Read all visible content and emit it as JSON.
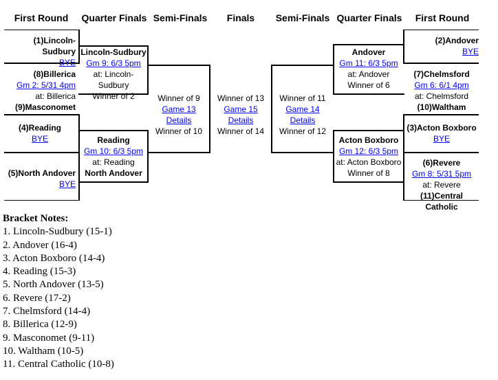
{
  "headers": {
    "left_first_round": "First Round",
    "left_quarter_finals": "Quarter Finals",
    "left_semi_finals": "Semi-Finals",
    "finals": "Finals",
    "right_semi_finals": "Semi-Finals",
    "right_quarter_finals": "Quarter Finals",
    "right_first_round": "First Round"
  },
  "left": {
    "r1_game1": {
      "team": "(1)Lincoln-Sudbury",
      "link": "BYE"
    },
    "r1_game2": {
      "team_a": "(8)Billerica",
      "link": "Gm 2: 5/31 4pm",
      "location": "at: Billerica",
      "team_b": "(9)Masconomet"
    },
    "r1_game3": {
      "team": "(4)Reading",
      "link": "BYE"
    },
    "r1_game4": {
      "team": "(5)North Andover",
      "link": "BYE"
    },
    "qf_top": {
      "team": "Lincoln-Sudbury",
      "link": "Gm 9: 6/3 5pm",
      "location": "at: Lincoln-Sudbury",
      "opponent": "Winner of 2"
    },
    "qf_bottom": {
      "team": "Reading",
      "link": "Gm 10: 6/3 5pm",
      "location": "at: Reading",
      "opponent": "North Andover"
    },
    "semi": {
      "line1": "Winner of 9",
      "link": "Game 13 Details",
      "line2": "Winner of 10"
    }
  },
  "finals": {
    "line1": "Winner of 13",
    "link": "Game 15 Details",
    "line2": "Winner of 14"
  },
  "right": {
    "semi": {
      "line1": "Winner of 11",
      "link": "Game 14 Details",
      "line2": "Winner of 12"
    },
    "qf_top": {
      "team": "Andover",
      "link": "Gm 11: 6/3 5pm",
      "location": "at: Andover",
      "opponent": "Winner of 6"
    },
    "qf_bottom": {
      "team": "Acton Boxboro",
      "link": "Gm 12: 6/3 5pm",
      "location": "at: Acton Boxboro",
      "opponent": "Winner of 8"
    },
    "r1_game1": {
      "team": "(2)Andover",
      "link": "BYE"
    },
    "r1_game2": {
      "team_a": "(7)Chelmsford",
      "link": "Gm 6: 6/1 4pm",
      "location": "at: Chelmsford",
      "team_b": "(10)Waltham"
    },
    "r1_game3": {
      "team": "(3)Acton Boxboro",
      "link": "BYE"
    },
    "r1_game4": {
      "team_a": "(6)Revere",
      "link": "Gm 8: 5/31 5pm",
      "location": "at: Revere",
      "team_b": "(11)Central Catholic"
    }
  },
  "notes": {
    "title": "Bracket Notes:",
    "items": [
      "1. Lincoln-Sudbury (15-1)",
      "2. Andover (16-4)",
      "3. Acton Boxboro (14-4)",
      "4. Reading (15-3)",
      "5. North Andover (13-5)",
      "6. Revere (17-2)",
      "7. Chelmsford (14-4)",
      "8. Billerica (12-9)",
      "9. Masconomet (9-11)",
      "10. Waltham (10-5)",
      "11. Central Catholic (10-8)"
    ]
  }
}
